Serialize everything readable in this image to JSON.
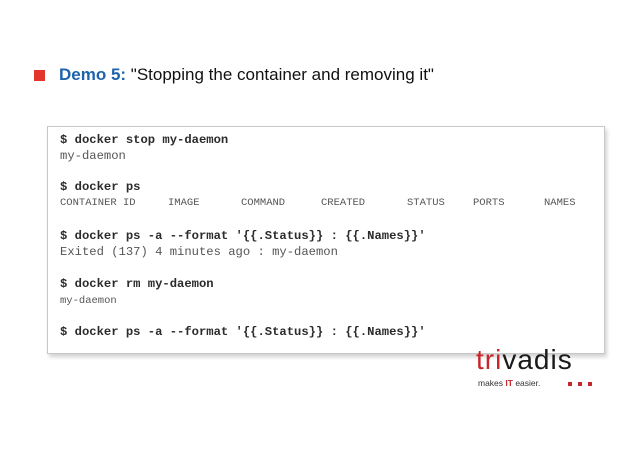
{
  "slide": {
    "title_prefix": "Demo 5:",
    "title_text": " \"Stopping the container and removing it\""
  },
  "terminal": {
    "cmd1": "$ docker stop my-daemon",
    "out1": "my-daemon",
    "cmd2": "$ docker ps",
    "headers": [
      "CONTAINER ID",
      "IMAGE",
      "COMMAND",
      "CREATED",
      "STATUS",
      "PORTS",
      "NAMES"
    ],
    "cmd3": "$ docker ps -a --format '{{.Status}} : {{.Names}}'",
    "out3": "Exited (137) 4 minutes ago : my-daemon",
    "cmd4": "$ docker rm my-daemon",
    "out4": "my-daemon",
    "cmd5": "$ docker ps -a --format '{{.Status}} : {{.Names}}'"
  },
  "logo": {
    "word_red": "tri",
    "word_dark": "vadis",
    "tag_prefix": "makes ",
    "tag_it": "IT",
    "tag_suffix": " easier."
  },
  "colors": {
    "bullet": "#e2362c",
    "demo_label": "#1f63ad",
    "logo_red": "#c8262d"
  }
}
